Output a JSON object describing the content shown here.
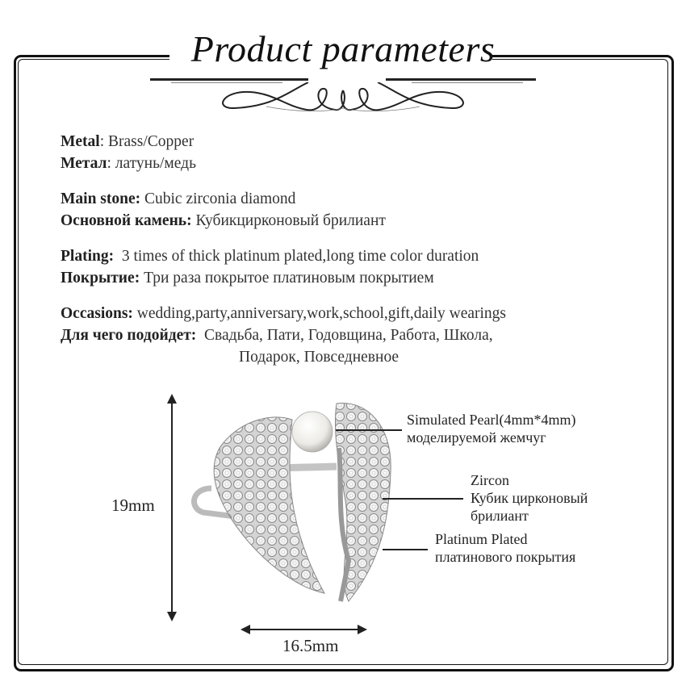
{
  "header": {
    "title": "Product parameters"
  },
  "specs": [
    {
      "label_en": "Metal",
      "value_en": "Brass/Copper",
      "label_ru": "Метал",
      "value_ru": "латунь/медь"
    },
    {
      "label_en": "Main stone:",
      "value_en": "Cubic zirconia diamond",
      "label_ru": "Основной камень:",
      "value_ru": "Кубикцирконовый брилиант"
    },
    {
      "label_en": "Plating:",
      "value_en": "3 times of thick platinum plated,long time color duration",
      "label_ru": "Покрытие:",
      "value_ru": "Три раза покрытое платиновым покрытием"
    },
    {
      "label_en": "Occasions:",
      "value_en": "wedding,party,anniversary,work,school,gift,daily wearings",
      "label_ru": "Для чего подойдет:",
      "value_ru": "Свадьба, Пати, Годовщина, Работа, Школа,",
      "value_ru_cont": "Подарок, Повседневное"
    }
  ],
  "dimensions": {
    "height": "19mm",
    "width": "16.5mm"
  },
  "callouts": [
    {
      "line1": "Simulated Pearl(4mm*4mm)",
      "line2": "моделируемой жемчуг"
    },
    {
      "line1": "Zircon",
      "line2": "Кубик цирконовый",
      "line3": "брилиант"
    },
    {
      "line1": "Platinum Plated",
      "line2": "платинового покрытия"
    }
  ],
  "colors": {
    "border": "#111111",
    "text": "#222222",
    "metal": "#c9c9c9",
    "pearl": "#f1efea"
  }
}
